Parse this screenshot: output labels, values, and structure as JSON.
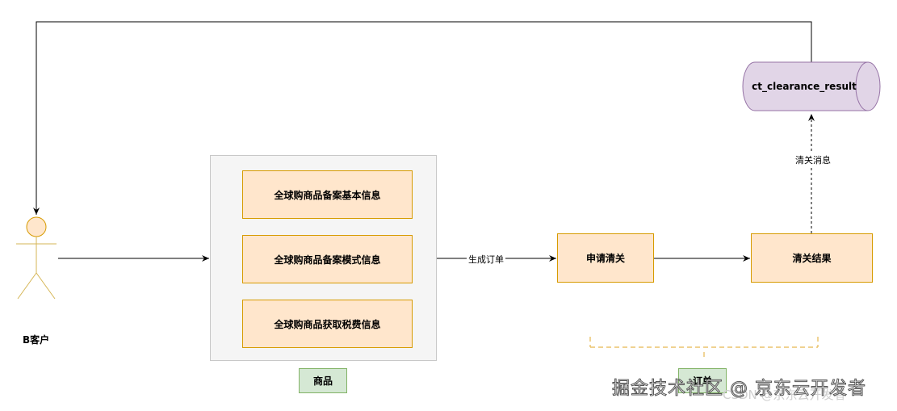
{
  "actor": {
    "label": "B客户"
  },
  "goods_group": {
    "items": [
      "全球购商品备案基本信息",
      "全球购商品备案模式信息",
      "全球购商品获取税费信息"
    ],
    "label": "商品"
  },
  "edges": {
    "generate_order": "生成订单",
    "clearance_message": "清关消息"
  },
  "nodes": {
    "apply_clearance": "申请清关",
    "clearance_result": "清关结果",
    "db": "ct_clearance_result",
    "partial_green_label": "订单"
  },
  "watermark": {
    "main": "掘金技术社区 @ 京东云开发者",
    "sub": "CSDN @京东云开发者"
  },
  "colors": {
    "orange_fill": "#ffe6cc",
    "orange_stroke": "#d79b00",
    "green_fill": "#d5e8d4",
    "green_stroke": "#82b366",
    "purple_fill": "#e1d5e7",
    "purple_stroke": "#9673a6"
  }
}
